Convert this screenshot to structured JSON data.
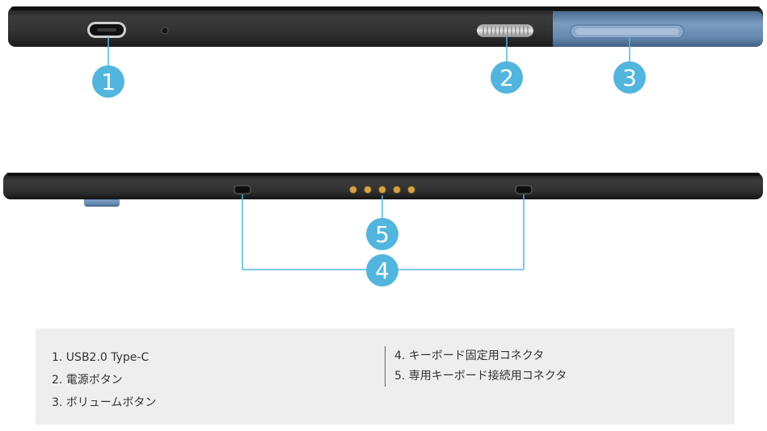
{
  "markers": [
    "1",
    "2",
    "3",
    "4",
    "5"
  ],
  "legend": {
    "left": [
      "1. USB2.0 Type-C",
      "2. 電源ボタン",
      "3. ボリュームボタン"
    ],
    "right": [
      "4. キーボード固定用コネクタ",
      "5. 専用キーボード接続用コネクタ"
    ]
  },
  "colors": {
    "accent": "#52b5dd",
    "device_body": "#2d2d2d",
    "volume_cover": "#6f8fb3",
    "legend_bg": "#eeeeee"
  }
}
